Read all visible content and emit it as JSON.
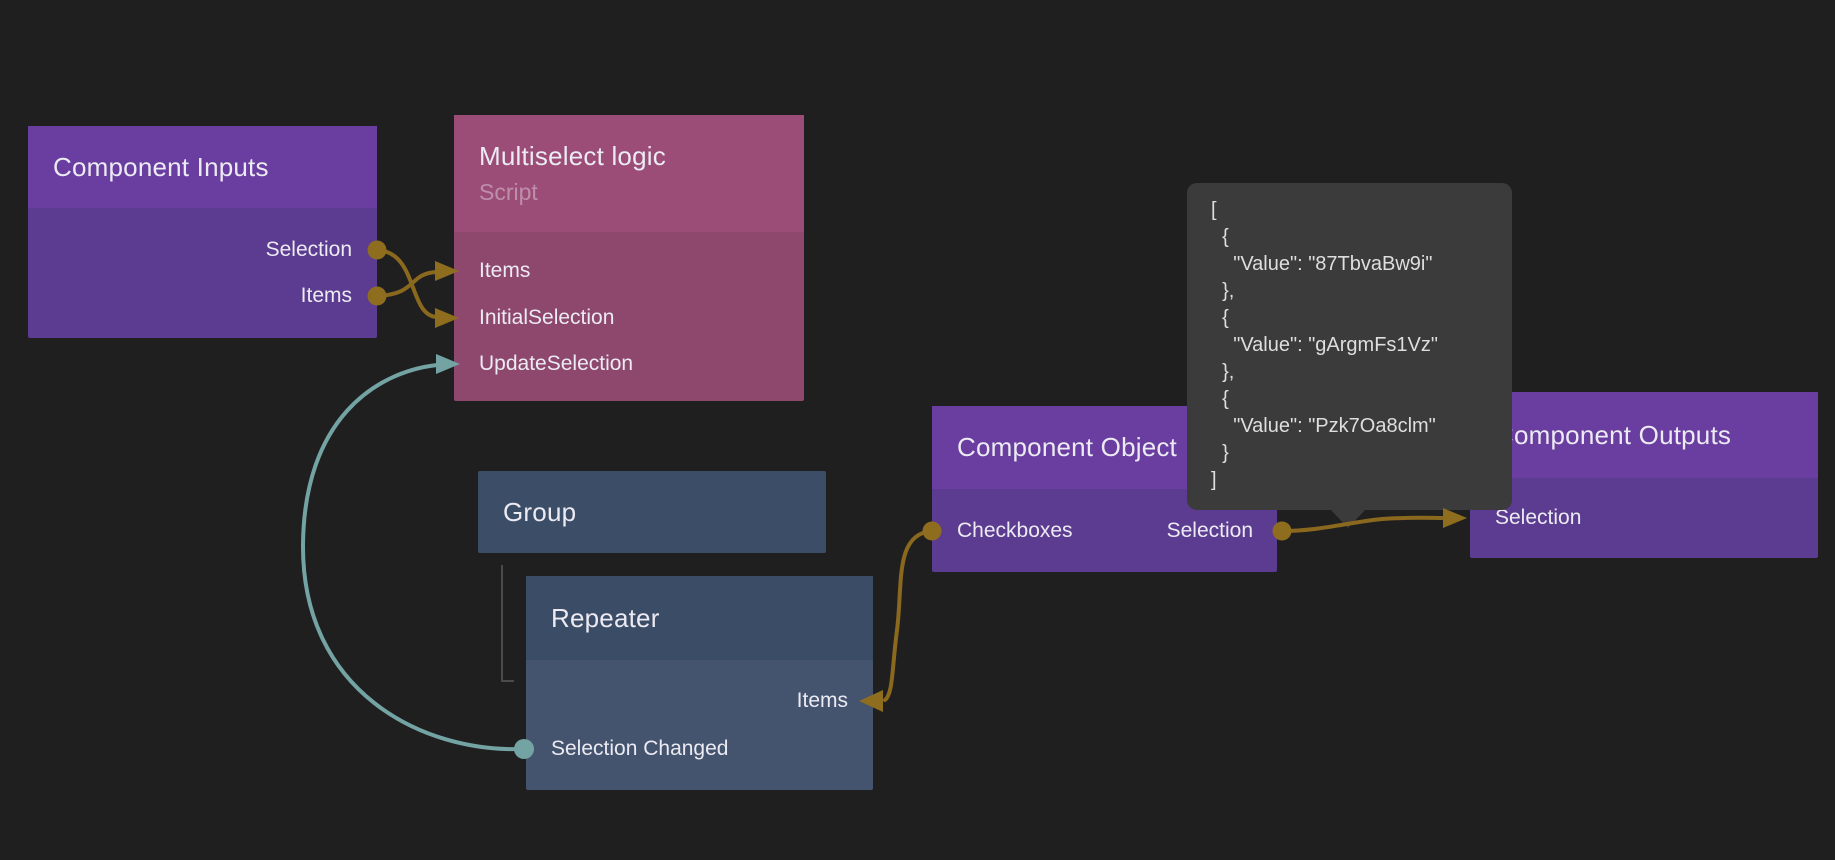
{
  "nodes": {
    "component_inputs": {
      "title": "Component Inputs",
      "ports": [
        {
          "label": "Selection"
        },
        {
          "label": "Items"
        }
      ]
    },
    "multiselect_logic": {
      "title": "Multiselect logic",
      "subtitle": "Script",
      "ports": [
        {
          "label": "Items"
        },
        {
          "label": "InitialSelection"
        },
        {
          "label": "UpdateSelection"
        }
      ]
    },
    "group": {
      "title": "Group"
    },
    "repeater": {
      "title": "Repeater",
      "ports": [
        {
          "label": "Items"
        },
        {
          "label": "Selection Changed"
        }
      ]
    },
    "component_object": {
      "title": "Component Object",
      "ports": [
        {
          "label": "Checkboxes"
        },
        {
          "label": "Selection"
        }
      ]
    },
    "component_outputs": {
      "title": "Component Outputs",
      "ports": [
        {
          "label": "Selection"
        }
      ]
    }
  },
  "connections": [
    {
      "from": "Component Inputs.Selection",
      "to": "Multiselect logic.InitialSelection",
      "color": "#8a691e"
    },
    {
      "from": "Component Inputs.Items",
      "to": "Multiselect logic.Items",
      "color": "#8a691e"
    },
    {
      "from": "Repeater.Selection Changed",
      "to": "Multiselect logic.UpdateSelection",
      "color": "#74a3a3"
    },
    {
      "from": "Component Object.Checkboxes",
      "to": "Repeater.Items",
      "color": "#8a691e"
    },
    {
      "from": "Component Object.Selection",
      "to": "Component Outputs.Selection",
      "color": "#8a691e"
    }
  ],
  "tooltip": {
    "text": "[\n  {\n    \"Value\": \"87TbvaBw9i\"\n  },\n  {\n    \"Value\": \"gArgmFs1Vz\"\n  },\n  {\n    \"Value\": \"Pzk7Oa8clm\"\n  }\n]"
  },
  "colors": {
    "background": "#1f1f20",
    "purple_header": "#693ea0",
    "purple_body": "#5c3c90",
    "mauve_header": "#9b4d78",
    "mauve_body": "#8e486d",
    "slate_header": "#3b4c66",
    "slate_body": "#44546e",
    "wire_gold": "#8a691e",
    "wire_teal": "#74a3a3",
    "tooltip_bg": "#3b3b3c"
  }
}
